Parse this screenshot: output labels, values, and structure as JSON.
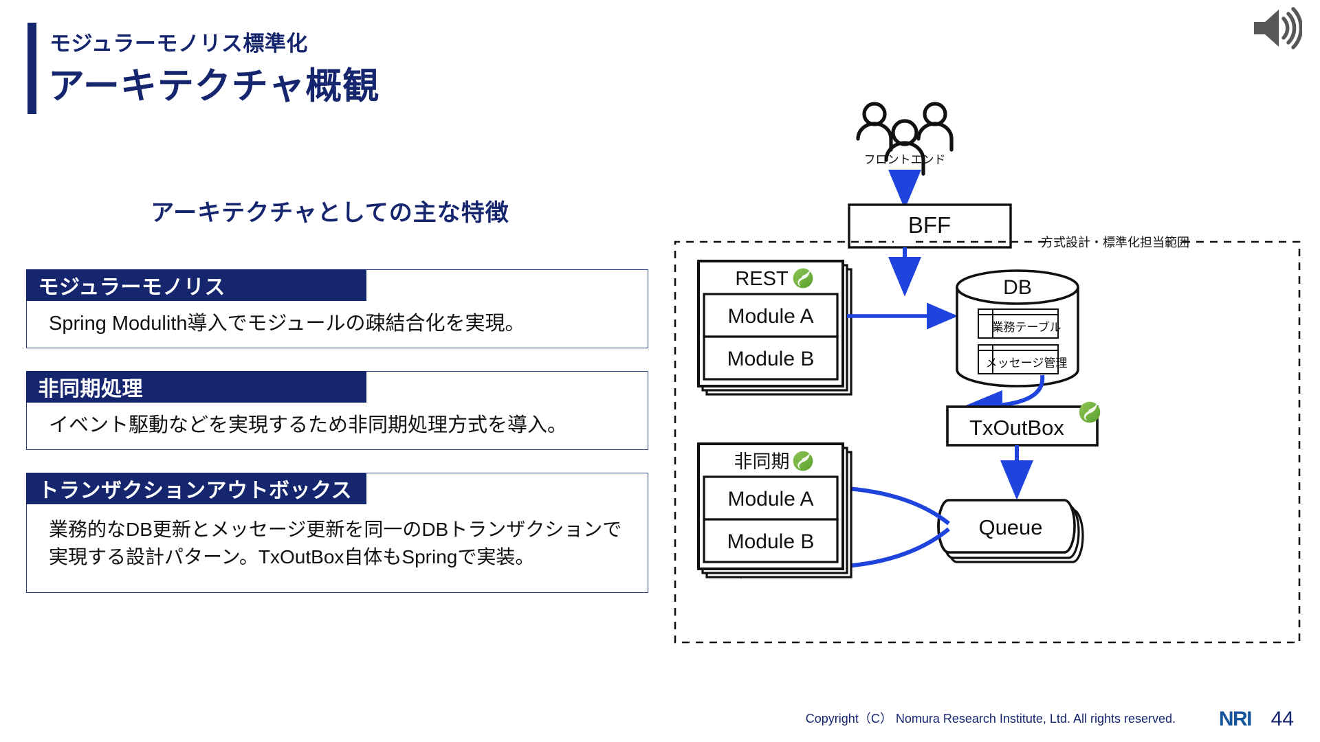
{
  "header": {
    "eyebrow": "モジュラーモノリス標準化",
    "title": "アーキテクチャ概観",
    "speaker_icon": "speaker-volume-icon",
    "accent_color": "#15256e"
  },
  "left": {
    "section_heading": "アーキテクチャとしての主な特徴",
    "cards": [
      {
        "header": "モジュラーモノリス",
        "body": "Spring Modulith導入でモジュールの疎結合化を実現。"
      },
      {
        "header": "非同期処理",
        "body": "イベント駆動などを実現するため非同期処理方式を導入。"
      },
      {
        "header": "トランザクションアウトボックス",
        "body": "業務的なDB更新とメッセージ更新を同一のDBトランザクションで実現する設計パターン。TxOutBox自体もSpringで実装。"
      }
    ]
  },
  "diagram": {
    "frontend_label": "フロントエンド",
    "frontend_icon": "people-group-icon",
    "bff_label": "BFF",
    "scope_label": "方式設計・標準化担当範囲",
    "rest_stack": {
      "title": "REST",
      "badge_icon": "spring-leaf-icon",
      "modules": [
        "Module A",
        "Module B"
      ]
    },
    "async_stack": {
      "title": "非同期",
      "badge_icon": "spring-leaf-icon",
      "modules": [
        "Module A",
        "Module B"
      ]
    },
    "db": {
      "title": "DB",
      "tables": [
        "業務テーブル",
        "メッセージ管理"
      ]
    },
    "txoutbox": {
      "label": "TxOutBox",
      "badge_icon": "spring-leaf-icon"
    },
    "queue": {
      "label": "Queue"
    },
    "arrow_color": "#1f43dd",
    "spring_green": "#6db33f"
  },
  "footer": {
    "copyright": "Copyright（C） Nomura Research Institute, Ltd. All rights reserved.",
    "logo": "NRI",
    "page_number": "44"
  }
}
